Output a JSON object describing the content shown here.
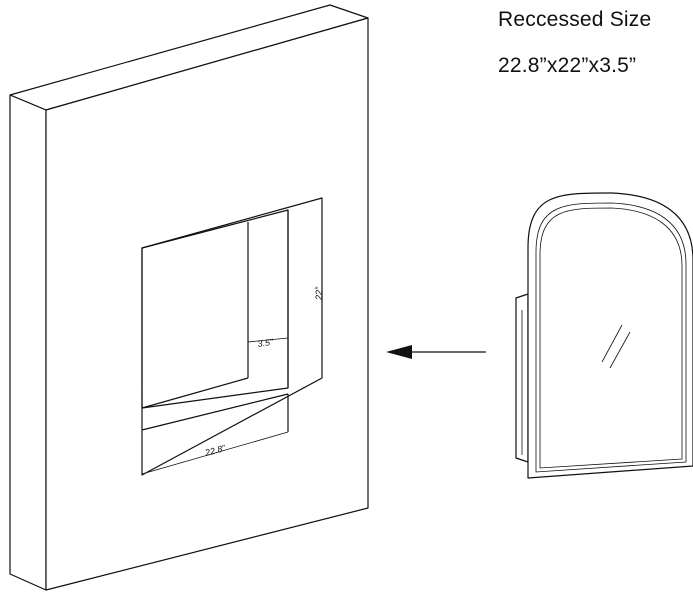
{
  "caption": {
    "title": "Reccessed Size",
    "dimensions": "22.8”x22”x3.5”"
  },
  "diagram": {
    "dimension_labels": {
      "width": "22.8”",
      "height": "22”",
      "depth": "3.5”"
    }
  },
  "colors": {
    "line": "#111111",
    "background": "#ffffff"
  },
  "icons": {
    "arrow": "left-arrow-icon"
  }
}
